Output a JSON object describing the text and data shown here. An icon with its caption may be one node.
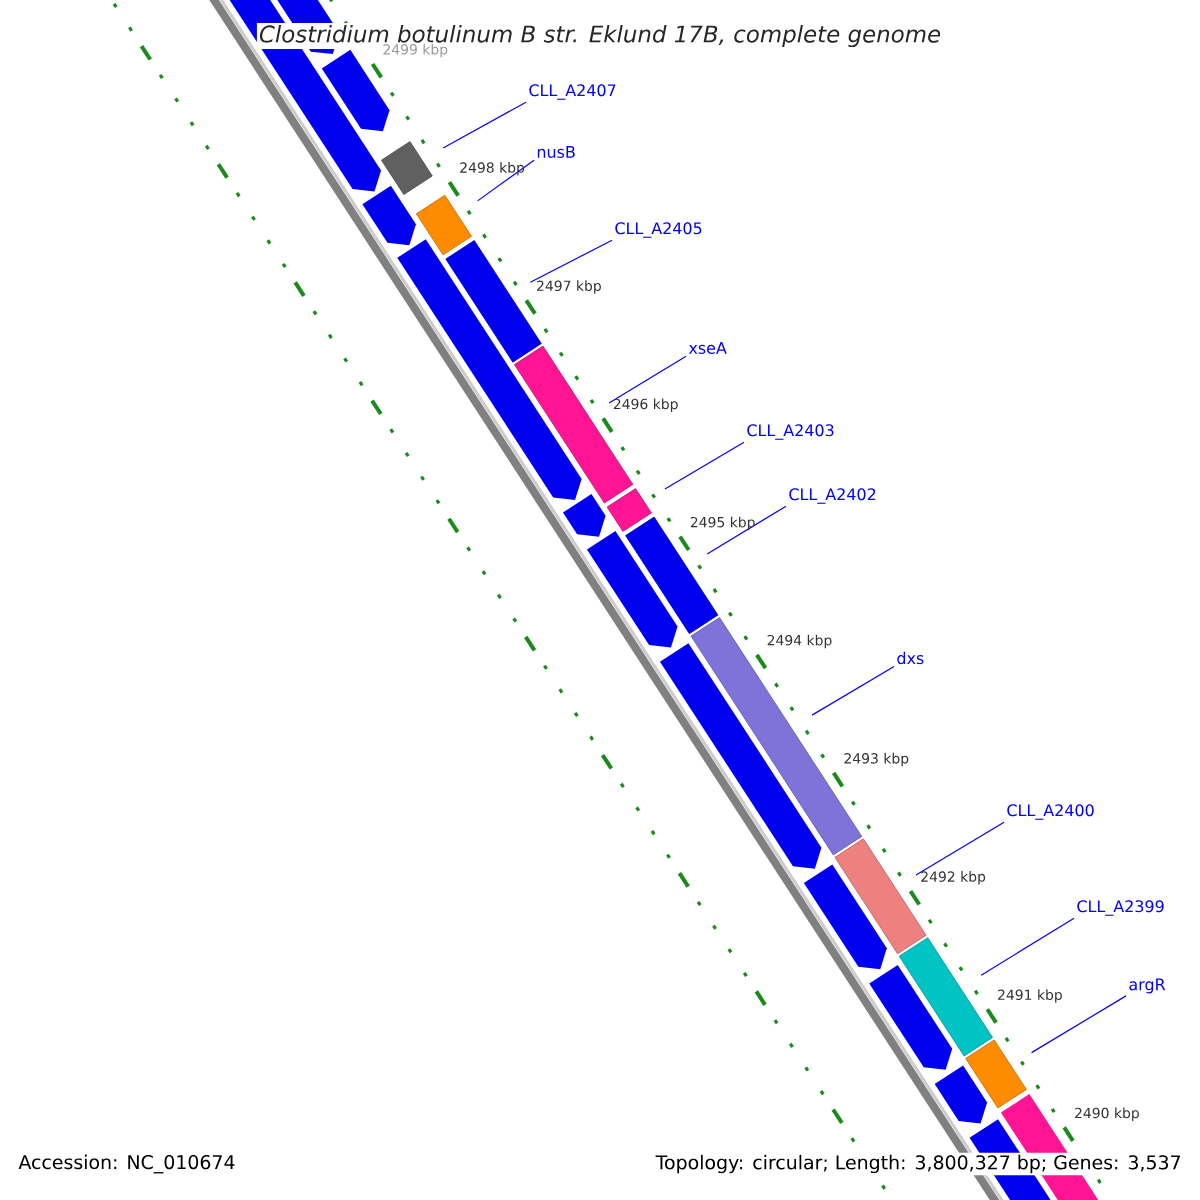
{
  "diagram": {
    "title": "Clostridium botulinum B str. Eklund 17B, complete genome",
    "nodes": [
      {
        "text": [
          "CLL_A2407"
        ]
      },
      {
        "text": [
          "nusB"
        ]
      },
      {
        "text": [
          "CLL_A2405"
        ]
      },
      {
        "text": [
          "xseA"
        ]
      },
      {
        "text": [
          "CLL_A2403"
        ]
      },
      {
        "text": [
          "CLL_A2402"
        ]
      },
      {
        "text": [
          "dxs"
        ]
      },
      {
        "text": [
          "CLL_A2400"
        ]
      },
      {
        "text": [
          "CLL_A2399"
        ]
      },
      {
        "text": [
          "argR"
        ]
      },
      {
        "text": [],
        "shape": "bar"
      },
      {
        "text": [],
        "shape": "bar"
      },
      {
        "text": [],
        "shape": "bar"
      },
      {
        "text": [],
        "shape": "bar"
      },
      {
        "text": [],
        "shape": "bar"
      },
      {
        "text": [],
        "shape": "bar"
      },
      {
        "text": [],
        "shape": "bar"
      },
      {
        "text": [],
        "shape": "bar"
      },
      {
        "text": [],
        "shape": "bar"
      },
      {
        "text": [],
        "shape": "bar"
      }
    ],
    "edges": [
      {
        "from": 0,
        "to": 10,
        "arrow": "none"
      },
      {
        "from": 1,
        "to": 11,
        "arrow": "none"
      },
      {
        "from": 2,
        "to": 12,
        "arrow": "none"
      },
      {
        "from": 3,
        "to": 13,
        "arrow": "none"
      },
      {
        "from": 4,
        "to": 14,
        "arrow": "none"
      },
      {
        "from": 5,
        "to": 15,
        "arrow": "none"
      },
      {
        "from": 6,
        "to": 16,
        "arrow": "none"
      },
      {
        "from": 7,
        "to": 17,
        "arrow": "none"
      },
      {
        "from": 8,
        "to": 18,
        "arrow": "none"
      },
      {
        "from": 9,
        "to": 19,
        "arrow": "none"
      }
    ],
    "labels": [
      "2499 kbp",
      "2498 kbp",
      "2497 kbp",
      "2496 kbp",
      "2495 kbp",
      "2494 kbp",
      "2493 kbp",
      "2492 kbp",
      "2491 kbp",
      "2490 kbp",
      "Accession: NC_010674",
      "Topology: circular; Length: 3,800,327 bp; Genes: 3,537"
    ]
  }
}
